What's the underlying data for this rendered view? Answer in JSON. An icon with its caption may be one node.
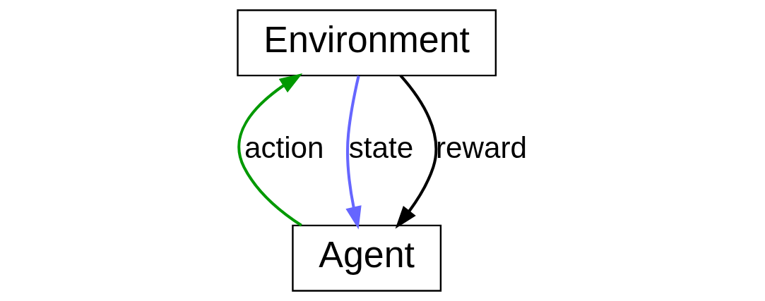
{
  "diagram": {
    "nodes": [
      {
        "text": [
          "Agent"
        ]
      },
      {
        "text": [
          "Environment"
        ]
      }
    ],
    "edges": [
      {
        "from": 1,
        "to": 0,
        "arrow": "to",
        "label": "state",
        "color": "#6666ff"
      },
      {
        "from": 1,
        "to": 0,
        "arrow": "to",
        "label": "reward",
        "color": "#000000"
      },
      {
        "from": 0,
        "to": 1,
        "arrow": "to",
        "label": "action",
        "color": "#009900"
      }
    ]
  }
}
